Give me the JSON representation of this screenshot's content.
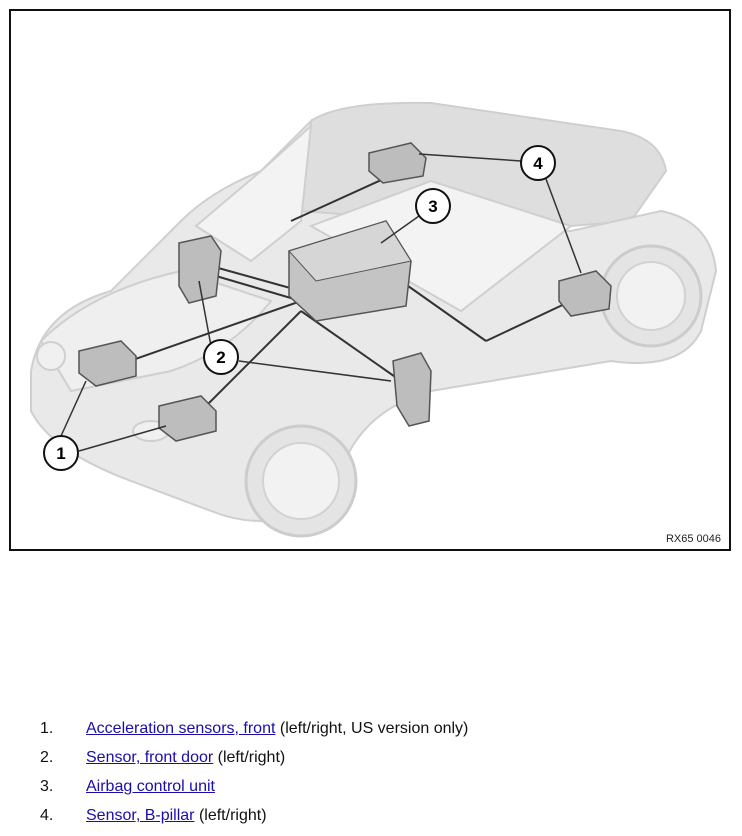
{
  "figure": {
    "code": "RX65 0046",
    "callouts": [
      "1",
      "2",
      "3",
      "4"
    ]
  },
  "legend": [
    {
      "num": "1.",
      "link": "Acceleration sensors, front",
      "note": "(left/right, US version only)"
    },
    {
      "num": "2.",
      "link": "Sensor, front door",
      "note": "(left/right)"
    },
    {
      "num": "3.",
      "link": "Airbag control unit",
      "note": ""
    },
    {
      "num": "4.",
      "link": "Sensor, B-pillar",
      "note": "(left/right)"
    }
  ],
  "colors": {
    "link": "#1a0dab",
    "car_body": "#e6e6e6",
    "car_line": "#c8c8c8",
    "component": "#b9b9b9",
    "wire": "#333333"
  }
}
